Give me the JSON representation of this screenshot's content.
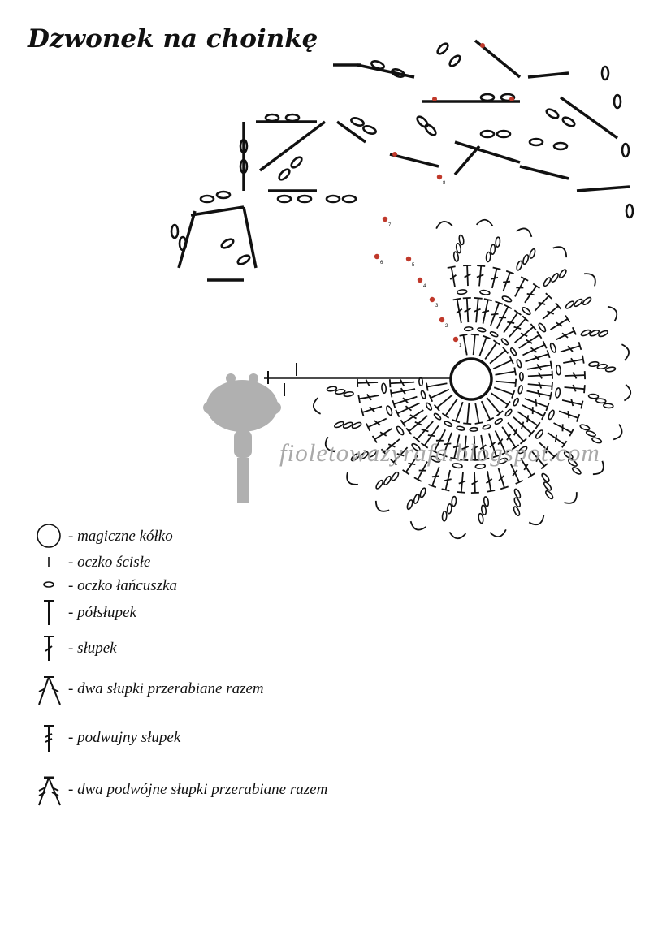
{
  "title": "Dzwonek na choinkę",
  "watermark": "fioletowazyrafa.blogspot.com",
  "legend": [
    {
      "icon": "magic-ring-icon",
      "label": "- magiczne kółko"
    },
    {
      "icon": "slip-stitch-icon",
      "label": "- oczko ścisłe"
    },
    {
      "icon": "chain-stitch-icon",
      "label": "- oczko łańcuszka"
    },
    {
      "icon": "half-double-crochet-icon",
      "label": "- półsłupek"
    },
    {
      "icon": "double-crochet-icon",
      "label": "- słupek"
    },
    {
      "icon": "dc2tog-icon",
      "label": "- dwa słupki przerabiane razem"
    },
    {
      "icon": "treble-crochet-icon",
      "label": "- podwujny słupek"
    },
    {
      "icon": "tr2tog-icon",
      "label": "- dwa podwójne słupki przerabiane razem"
    }
  ],
  "round_numbers": [
    "1",
    "2",
    "3",
    "4",
    "5",
    "6",
    "7",
    "8"
  ],
  "colors": {
    "ink": "#111111",
    "round_marker": "#c0392b",
    "watermark": "#a9a9a9"
  }
}
